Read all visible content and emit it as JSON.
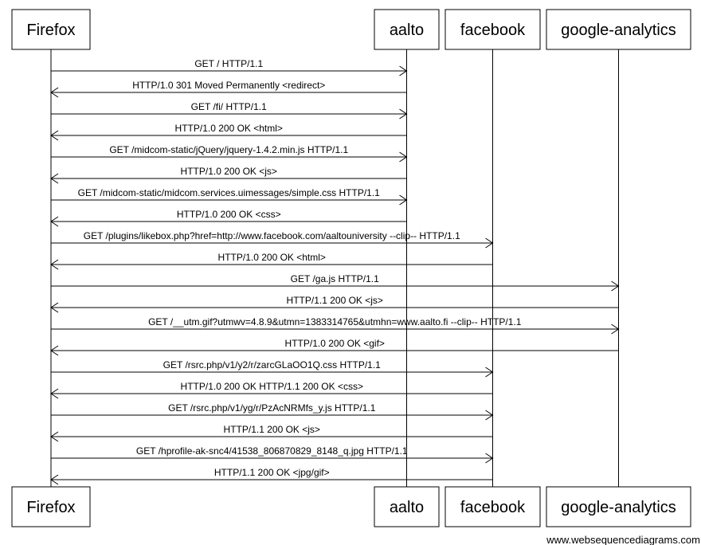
{
  "participants": [
    {
      "id": "firefox",
      "label": "Firefox"
    },
    {
      "id": "aalto",
      "label": "aalto"
    },
    {
      "id": "facebook",
      "label": "facebook"
    },
    {
      "id": "ga",
      "label": "google-analytics"
    }
  ],
  "messages": [
    {
      "from": "firefox",
      "to": "aalto",
      "label": "GET / HTTP/1.1"
    },
    {
      "from": "aalto",
      "to": "firefox",
      "label": "HTTP/1.0 301 Moved Permanently <redirect>"
    },
    {
      "from": "firefox",
      "to": "aalto",
      "label": "GET /fi/ HTTP/1.1"
    },
    {
      "from": "aalto",
      "to": "firefox",
      "label": "HTTP/1.0 200 OK <html>"
    },
    {
      "from": "firefox",
      "to": "aalto",
      "label": "GET /midcom-static/jQuery/jquery-1.4.2.min.js HTTP/1.1"
    },
    {
      "from": "aalto",
      "to": "firefox",
      "label": "HTTP/1.0 200 OK <js>"
    },
    {
      "from": "firefox",
      "to": "aalto",
      "label": "GET /midcom-static/midcom.services.uimessages/simple.css HTTP/1.1"
    },
    {
      "from": "aalto",
      "to": "firefox",
      "label": "HTTP/1.0 200 OK <css>"
    },
    {
      "from": "firefox",
      "to": "facebook",
      "label": "GET /plugins/likebox.php?href=http://www.facebook.com/aaltouniversity --clip-- HTTP/1.1"
    },
    {
      "from": "facebook",
      "to": "firefox",
      "label": "HTTP/1.0 200 OK <html>"
    },
    {
      "from": "firefox",
      "to": "ga",
      "label": "GET /ga.js HTTP/1.1"
    },
    {
      "from": "ga",
      "to": "firefox",
      "label": "HTTP/1.1 200 OK <js>"
    },
    {
      "from": "firefox",
      "to": "ga",
      "label": "GET /__utm.gif?utmwv=4.8.9&utmn=1383314765&utmhn=www.aalto.fi --clip-- HTTP/1.1"
    },
    {
      "from": "ga",
      "to": "firefox",
      "label": "HTTP/1.0 200 OK <gif>"
    },
    {
      "from": "firefox",
      "to": "facebook",
      "label": "GET /rsrc.php/v1/y2/r/zarcGLaOO1Q.css HTTP/1.1"
    },
    {
      "from": "facebook",
      "to": "firefox",
      "label": "HTTP/1.0 200 OK HTTP/1.1 200 OK <css>"
    },
    {
      "from": "firefox",
      "to": "facebook",
      "label": "GET /rsrc.php/v1/yg/r/PzAcNRMfs_y.js HTTP/1.1"
    },
    {
      "from": "facebook",
      "to": "firefox",
      "label": "HTTP/1.1 200 OK <js>"
    },
    {
      "from": "firefox",
      "to": "facebook",
      "label": "GET /hprofile-ak-snc4/41538_806870829_8148_q.jpg HTTP/1.1"
    },
    {
      "from": "facebook",
      "to": "firefox",
      "label": "HTTP/1.1 200 OK <jpg/gif>"
    }
  ],
  "watermark": "www.websequencediagrams.com"
}
